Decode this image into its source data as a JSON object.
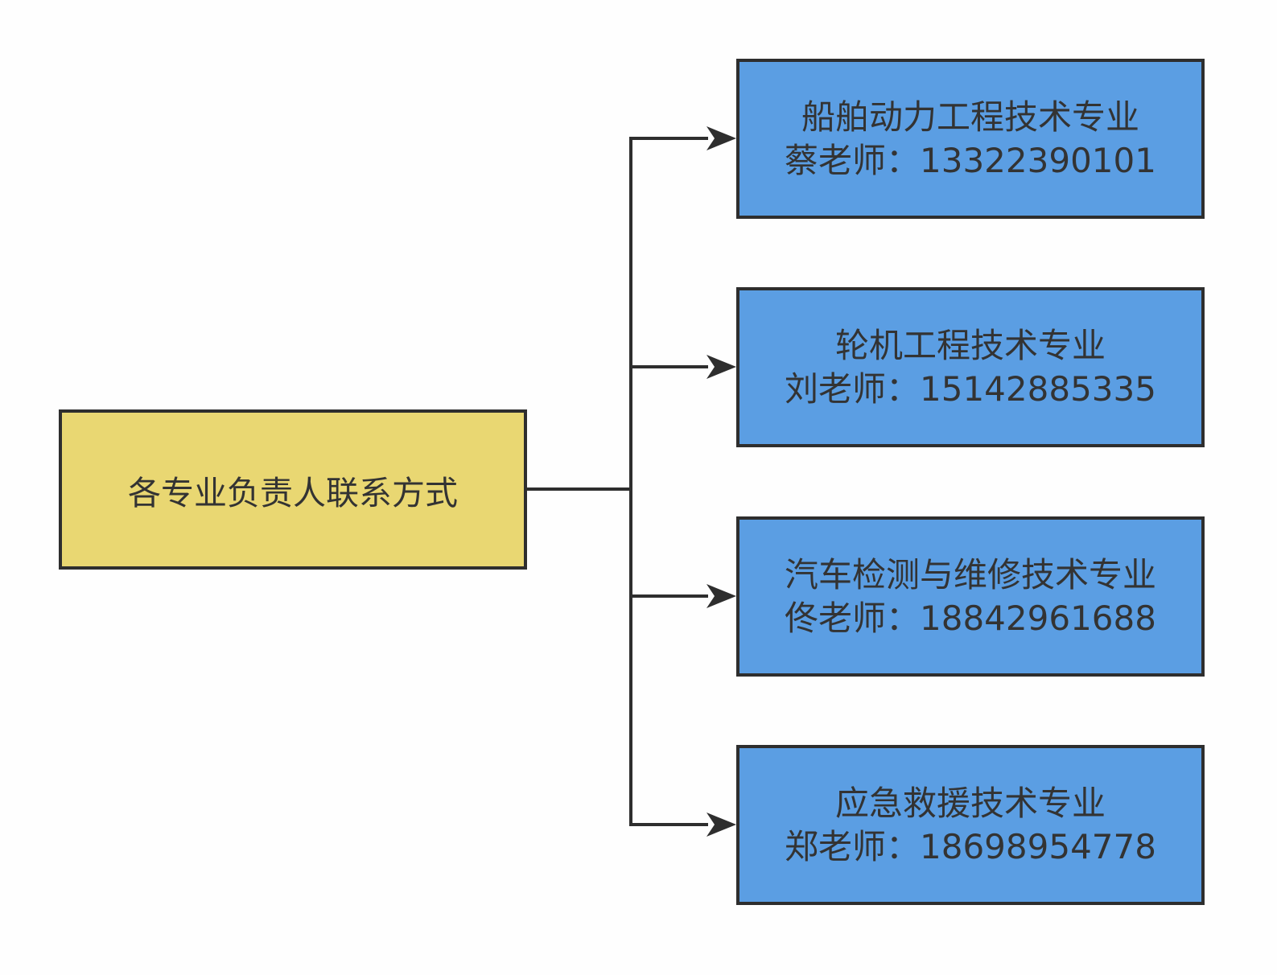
{
  "colors": {
    "root_fill": "#e9d772",
    "child_fill": "#5b9ee3",
    "stroke": "#2e2e2e",
    "text": "#333333"
  },
  "root": {
    "label": "各专业负责人联系方式"
  },
  "majors": [
    {
      "name": "船舶动力工程技术专业",
      "contact": "蔡老师：13322390101"
    },
    {
      "name": "轮机工程技术专业",
      "contact": "刘老师：15142885335"
    },
    {
      "name": "汽车检测与维修技术专业",
      "contact": "佟老师：18842961688"
    },
    {
      "name": "应急救援技术专业",
      "contact": "郑老师：18698954778"
    }
  ]
}
